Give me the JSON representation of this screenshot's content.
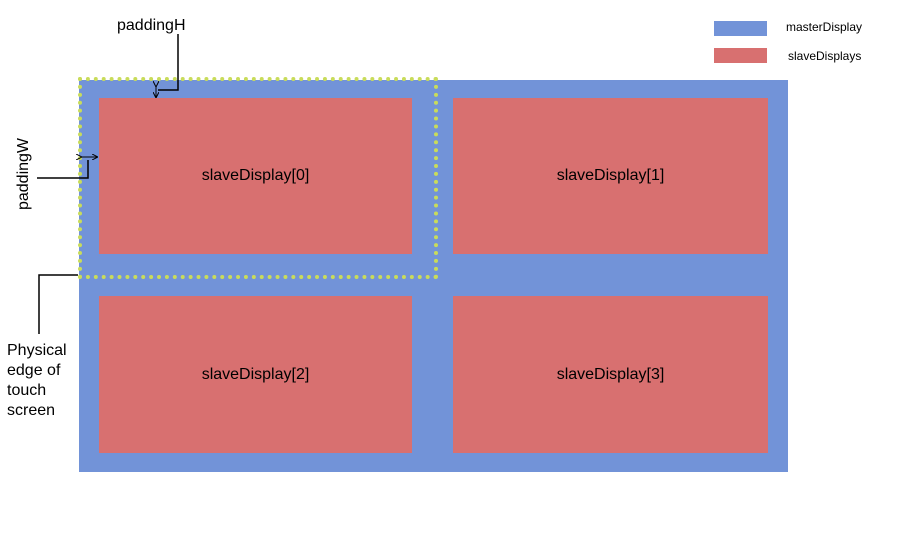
{
  "legend": {
    "master_label": "masterDisplay",
    "slave_label": "slaveDisplays"
  },
  "colors": {
    "master": "#7293d8",
    "slave": "#d87070",
    "dotted_border": "#c9dc5a"
  },
  "slaves": [
    "slaveDisplay[0]",
    "slaveDisplay[1]",
    "slaveDisplay[2]",
    "slaveDisplay[3]"
  ],
  "annotations": {
    "padding_h": "paddingH",
    "padding_w": "paddingW",
    "edge_lines": [
      "Physical",
      "edge of",
      "touch",
      "screen"
    ]
  }
}
